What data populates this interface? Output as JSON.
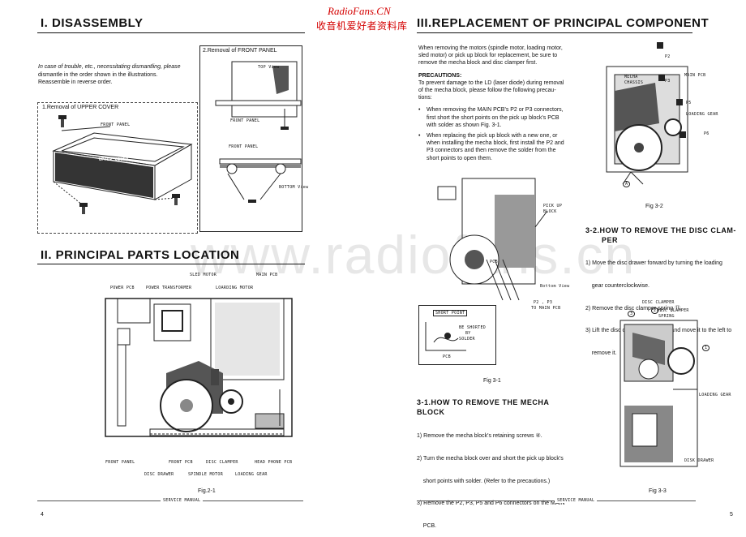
{
  "watermark": {
    "top": "RadioFans.CN",
    "bottom": "收音机爱好者资料库",
    "big": "www.radiofans.cn"
  },
  "left": {
    "heading": "I.  DISASSEMBLY",
    "intro": [
      "In case of trouble, etc., necessitating dismantling, please",
      "dismantle in the order shown in the illustrations.",
      "Reassemble in reverse order."
    ],
    "box_upper_title": "1.Removal of UPPER COVER",
    "box_upper_labels": {
      "front_panel": "FRONT PANEL",
      "upper_cover": "UPPER COVER"
    },
    "box_front_title": "2.Removal of FRONT PANEL",
    "box_front_labels": {
      "top_view": "TOP View",
      "front_panel_1": "FRONT PANEL",
      "front_panel_2": "FRONT PANEL",
      "bottom_view": "BOTTOM View"
    },
    "heading2": "II.  PRINCIPAL  PARTS  LOCATION",
    "parts_labels": {
      "sled_motor": "SLED MOTOR",
      "main_pcb": "MAIN PCB",
      "power_pcb": "POWER PCB",
      "power_transformer": "POWER TRANSFORMER",
      "loading_motor": "LOARDING MOTOR",
      "front_panel": "FRONT PANEL",
      "front_pcb": "FRONT PCB",
      "disc_clamper": "DISC CLAMPER",
      "head_phone_pcb": "HEAD PHONE PCB",
      "disc_drawer": "DISC DRAWER",
      "spindle_motor": "SPINDLE MOTOR",
      "loading_gear": "LOADING GEAR"
    },
    "fig": "Fig.2-1",
    "footer": "SERVICE MANUAL",
    "page": "4"
  },
  "right": {
    "heading": "III.REPLACEMENT  OF  PRINCIPAL  COMPONENT",
    "intro": [
      "When removing the motors (spindle motor, loading motor,",
      "sled motor) or pick up block for replacement, be sure to",
      "remove the mecha block and disc clamper first."
    ],
    "precautions_title": "PRECAUTIONS:",
    "precautions": [
      "To prevent damage to the LD (laser diode) during removal",
      "of the mecha block, please follow the following precau-",
      "tions:"
    ],
    "bullets": [
      [
        "When removing the MAIN PCB's P2 or P3 connectors,",
        "first short the short points on the pick up block's PCB",
        "with solder as shown Fig. 3-1."
      ],
      [
        "When replacing the pick up block with a new one, or",
        "when installing the mecha block, first install the P2 and",
        "P3 connectors and then remove the solder from the",
        "short points to open them."
      ]
    ],
    "fig31_labels": {
      "pick_up_block_1": "PICK UP",
      "pick_up_block_2": "BLOCK",
      "pcb": "PCB",
      "bottom_view": "Bottom View",
      "p2p3_1": "P2 , P3",
      "p2p3_2": "TO MAIN PCB",
      "short_point": "SHORT POINT",
      "be_shorted_1": "BE SHORTED",
      "be_shorted_2": "BY",
      "be_shorted_3": "SOLDER",
      "pcb2": "PCB"
    },
    "fig31": "Fig 3-1",
    "sec31_title": [
      "3-1.HOW  TO  REMOVE  THE  MECHA",
      "BLOCK"
    ],
    "sec31_steps": [
      [
        "1) Remove the mecha block's retaining screws ④."
      ],
      [
        "2) Turn the mecha block over and short the pick up block's",
        "    short points with solder. (Refer to the precautions.)"
      ],
      [
        "3) Remove the P2, P3, P5 and P6 connectors on the MAIN",
        "    PCB."
      ]
    ],
    "fig32_labels": {
      "p2": "P2",
      "p3": "P3",
      "p5": "P5",
      "p6": "P6",
      "mecha_1": "MECHA",
      "mecha_2": "CHASSIS",
      "main_pcb": "MAIN PCB",
      "loading_gear": "LOADING GEAR",
      "a": "A"
    },
    "fig32": "Fig 3-2",
    "sec32_title": [
      "3-2.HOW  TO  REMOVE  THE  DISC  CLAM-",
      "PER"
    ],
    "sec32_steps": [
      [
        "1) Move the disc drawer forward by turning the loading",
        "    gear counterclockwise."
      ],
      [
        "2) Remove the disc clamper spring ⑪."
      ],
      [
        "3) Lift the disc clamper up slightly and move it to the left to",
        "    remove it."
      ]
    ],
    "fig33_labels": {
      "disc_clamper": "DISC CLAMPER",
      "dc_spring_1": "DISC CLAMPER",
      "dc_spring_2": "SPRING",
      "n3": "3",
      "n2": "2",
      "n1": "1",
      "loading_gear": "LOADING GEAR",
      "disk_drawer": "DISK DRAWER"
    },
    "fig33": "Fig 3-3",
    "footer": "SERVICE MANUAL",
    "page": "5"
  }
}
